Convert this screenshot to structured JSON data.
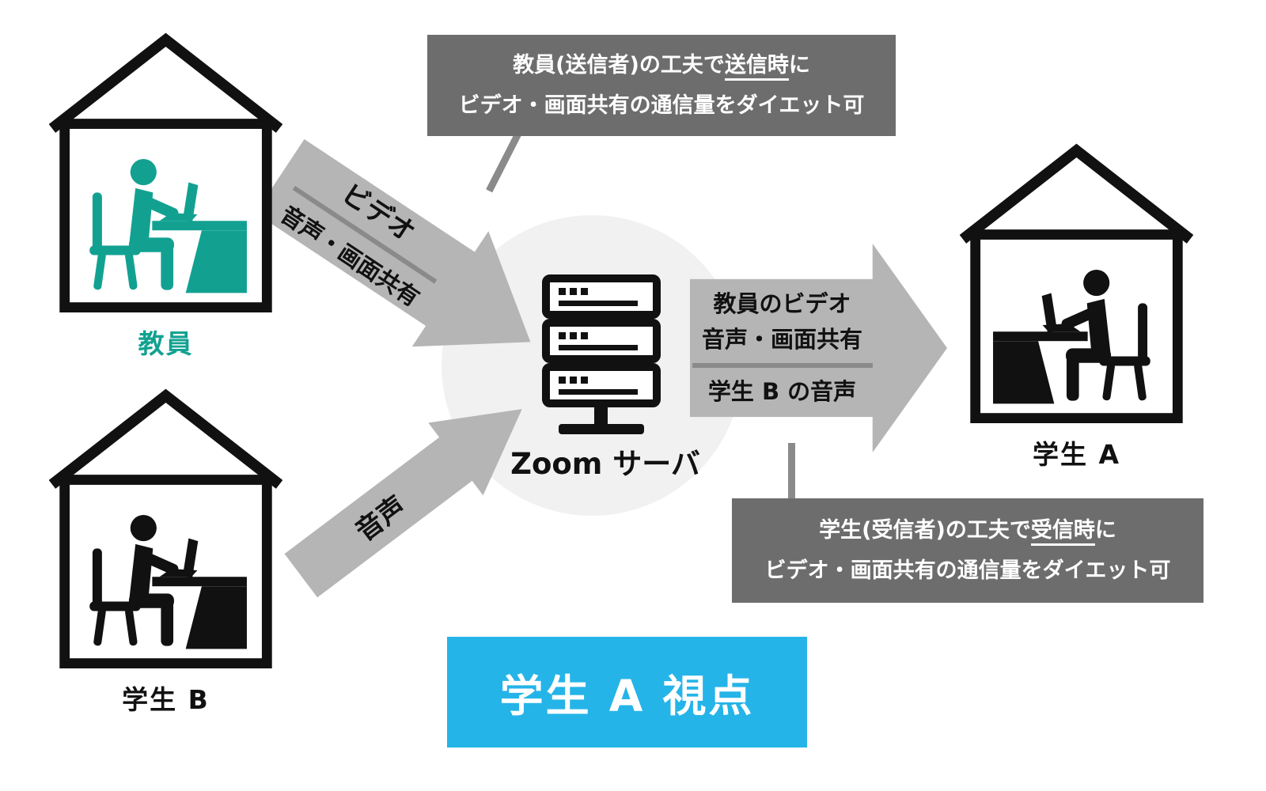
{
  "colors": {
    "teal": "#12a191",
    "black": "#111111",
    "arrow_gray": "#b5b5b5",
    "callout_gray": "#6d6d6d",
    "line_gray": "#8a8a8a",
    "banner_cyan": "#25b4e8",
    "circle_bg": "#f1f1f1"
  },
  "nodes": {
    "teacher": {
      "label": "教員"
    },
    "student_b": {
      "label": "学生 B"
    },
    "student_a": {
      "label": "学生 A"
    },
    "server": {
      "label": "Zoom サーバ"
    }
  },
  "arrows": {
    "teacher_to_server": {
      "line1": "ビデオ",
      "line2": "音声・画面共有"
    },
    "student_b_to_server": {
      "label": "音声"
    },
    "server_to_student_a": {
      "line1": "教員のビデオ",
      "line2": "音声・画面共有",
      "line3": "学生 B の音声"
    }
  },
  "callouts": {
    "top": {
      "line1_pre": "教員(送信者)の工夫で",
      "line1_underline": "送信時",
      "line1_post": "に",
      "line2": "ビデオ・画面共有の通信量をダイエット可"
    },
    "bottom": {
      "line1_pre": "学生(受信者)の工夫で",
      "line1_underline": "受信時",
      "line1_post": "に",
      "line2": "ビデオ・画面共有の通信量をダイエット可"
    }
  },
  "banner": {
    "label": "学生 A 視点"
  }
}
